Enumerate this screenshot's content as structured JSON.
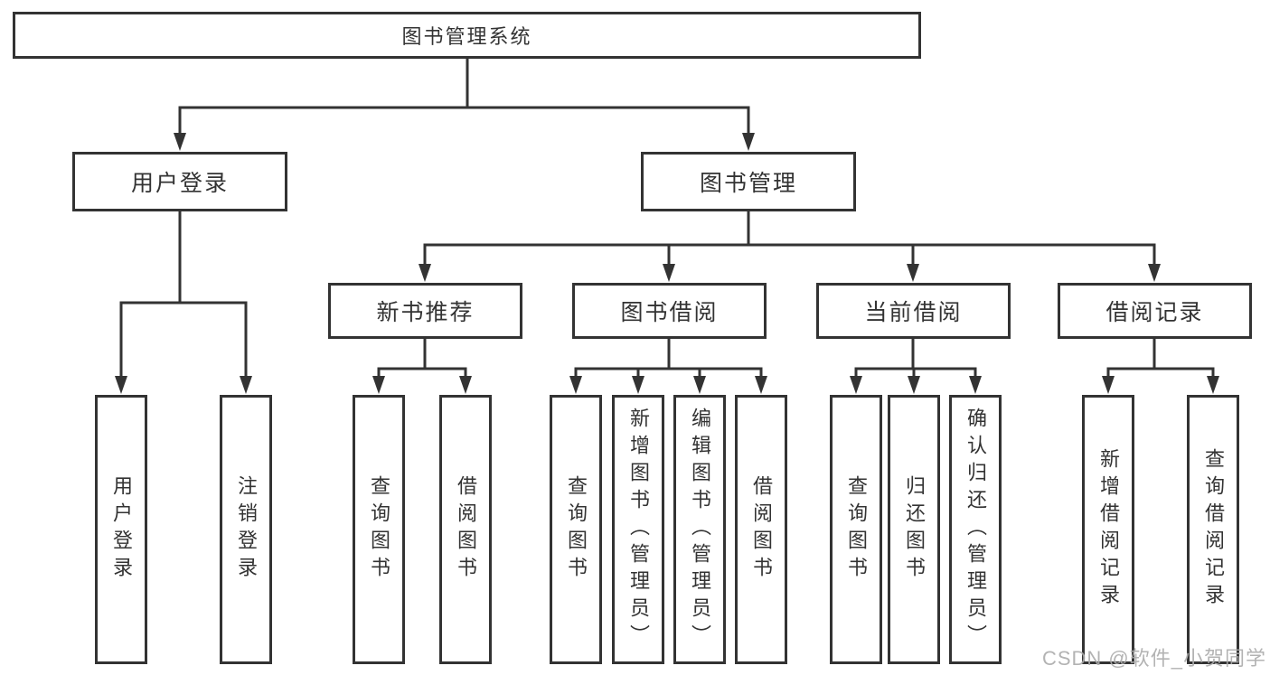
{
  "diagram": {
    "root_label": "图书管理系统",
    "branches": [
      {
        "label": "用户登录",
        "children": [
          {
            "label": "用户登录"
          },
          {
            "label": "注销登录"
          }
        ]
      },
      {
        "label": "图书管理",
        "children": [
          {
            "label": "新书推荐",
            "children": [
              {
                "label": "查询图书"
              },
              {
                "label": "借阅图书"
              }
            ]
          },
          {
            "label": "图书借阅",
            "children": [
              {
                "label": "查询图书"
              },
              {
                "label": "新增图书（管理员）"
              },
              {
                "label": "编辑图书（管理员）"
              },
              {
                "label": "借阅图书"
              }
            ]
          },
          {
            "label": "当前借阅",
            "children": [
              {
                "label": "查询图书"
              },
              {
                "label": "归还图书"
              },
              {
                "label": "确认归还（管理员）"
              }
            ]
          },
          {
            "label": "借阅记录",
            "children": [
              {
                "label": "新增借阅记录"
              },
              {
                "label": "查询借阅记录"
              }
            ]
          }
        ]
      }
    ],
    "watermark": "CSDN @软件_小贺同学",
    "colors": {
      "line": "#333333",
      "text": "#333333",
      "watermark": "#ababab",
      "background": "#ffffff"
    }
  }
}
